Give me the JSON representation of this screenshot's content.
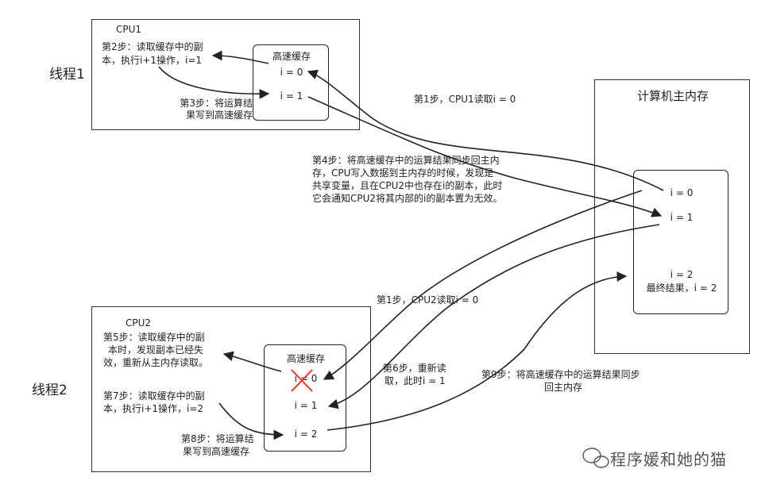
{
  "thread1": {
    "label": "线程1",
    "cpu_title": "CPU1",
    "cache_title": "高速缓存",
    "cache_values": [
      "i = 0",
      "i = 1"
    ],
    "step2": [
      "第2步：读取缓存中的副",
      "本，执行i+1操作，i=1"
    ],
    "step3": [
      "第3步：将运算结",
      "果写到高速缓存"
    ]
  },
  "thread2": {
    "label": "线程2",
    "cpu_title": "CPU2",
    "cache_title": "高速缓存",
    "cache_values": [
      "i = 0",
      "i = 1",
      "i = 2"
    ],
    "step5": [
      "第5步：读取缓存中的副",
      "本时，发现副本已经失",
      "效，重新从主内存读取。"
    ],
    "step7": [
      "第7步：读取缓存中的副",
      "本，执行i+1操作，i=2"
    ],
    "step8": [
      "第8步：将运算结",
      "果写到高速缓存"
    ]
  },
  "main_memory": {
    "title": "计算机主内存",
    "values": [
      "i = 0",
      "i = 1",
      "i = 2"
    ],
    "final": "最终结果，i = 2"
  },
  "steps": {
    "step1_cpu1": "第1步，CPU1读取i = 0",
    "step4": [
      "第4步：将高速缓存中的运算结果同步回主内",
      "存，CPU写入数据到主内存的时候，发现是",
      "共享变量，且在CPU2中也存在i的副本，此时",
      "它会通知CPU2将其内部的i的副本置为无效。"
    ],
    "step1_cpu2": "第1步，CPU2读取i = 0",
    "step6": [
      "第6步，重新读",
      "取，此时i = 1"
    ],
    "step9": [
      "第9步：将高速缓存中的运算结果同步",
      "回主内存"
    ]
  },
  "watermark": "程序媛和她的猫",
  "colors": {
    "stroke": "#222222",
    "invalid_mark": "#e53935"
  }
}
